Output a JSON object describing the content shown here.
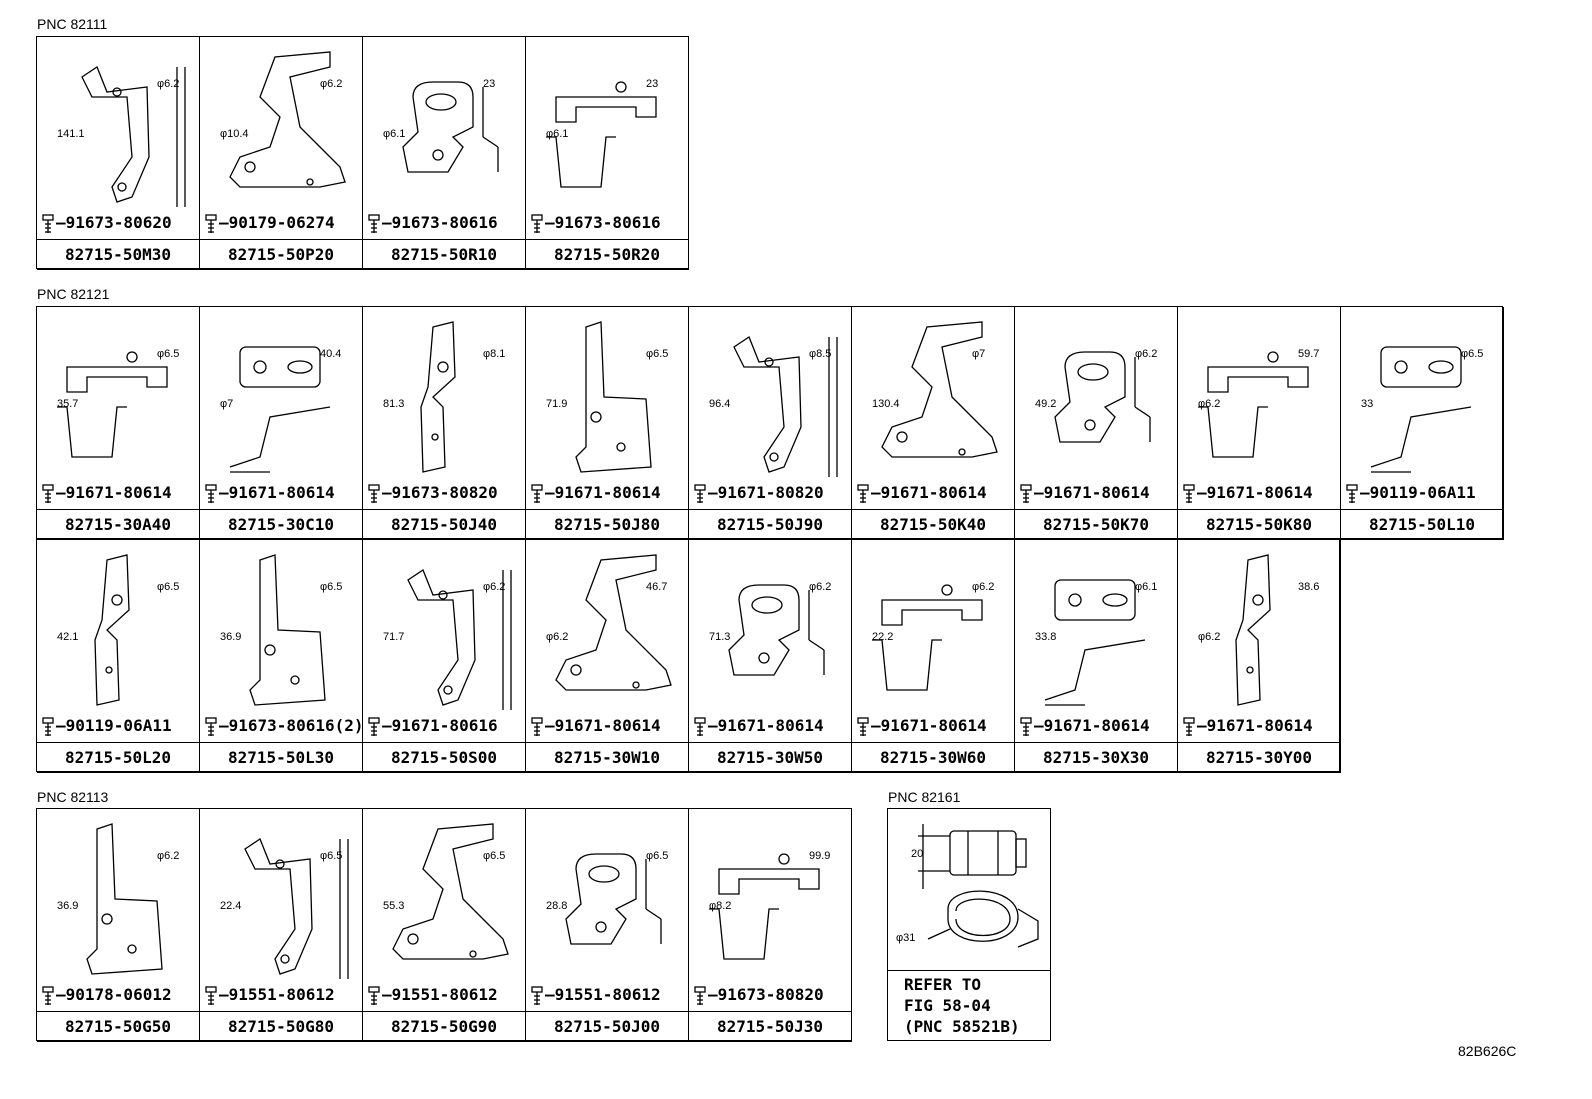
{
  "groups": [
    {
      "label": "PNC 82111",
      "cells": [
        {
          "bolt": "91673-80620",
          "part": "82715-50M30",
          "dims": [
            "φ6.2",
            "141.1"
          ]
        },
        {
          "bolt": "90179-06274",
          "part": "82715-50P20",
          "dims": [
            "φ6.2",
            "φ10.4"
          ]
        },
        {
          "bolt": "91673-80616",
          "part": "82715-50R10",
          "dims": [
            "23",
            "φ6.1"
          ]
        },
        {
          "bolt": "91673-80616",
          "part": "82715-50R20",
          "dims": [
            "23",
            "φ6.1"
          ]
        }
      ]
    },
    {
      "label": "PNC 82121",
      "cells": [
        {
          "bolt": "91671-80614",
          "part": "82715-30A40",
          "dims": [
            "φ6.5",
            "35.7"
          ]
        },
        {
          "bolt": "91671-80614",
          "part": "82715-30C10",
          "dims": [
            "40.4",
            "φ7"
          ]
        },
        {
          "bolt": "91673-80820",
          "part": "82715-50J40",
          "dims": [
            "φ8.1",
            "81.3"
          ]
        },
        {
          "bolt": "91671-80614",
          "part": "82715-50J80",
          "dims": [
            "φ6.5",
            "71.9"
          ]
        },
        {
          "bolt": "91671-80820",
          "part": "82715-50J90",
          "dims": [
            "φ8.5",
            "96.4"
          ]
        },
        {
          "bolt": "91671-80614",
          "part": "82715-50K40",
          "dims": [
            "φ7",
            "130.4"
          ]
        },
        {
          "bolt": "91671-80614",
          "part": "82715-50K70",
          "dims": [
            "φ6.2",
            "49.2"
          ]
        },
        {
          "bolt": "91671-80614",
          "part": "82715-50K80",
          "dims": [
            "59.7",
            "φ6.2"
          ]
        },
        {
          "bolt": "90119-06A11",
          "part": "82715-50L10",
          "dims": [
            "φ6.5",
            "33"
          ]
        },
        {
          "bolt": "90119-06A11",
          "part": "82715-50L20",
          "dims": [
            "φ6.5",
            "42.1"
          ]
        },
        {
          "bolt": "91673-80616(2)",
          "part": "82715-50L30",
          "dims": [
            "φ6.5",
            "36.9"
          ]
        },
        {
          "bolt": "91671-80616",
          "part": "82715-50S00",
          "dims": [
            "φ6.2",
            "71.7"
          ]
        },
        {
          "bolt": "91671-80614",
          "part": "82715-30W10",
          "dims": [
            "46.7",
            "φ6.2"
          ]
        },
        {
          "bolt": "91671-80614",
          "part": "82715-30W50",
          "dims": [
            "φ6.2",
            "71.3"
          ]
        },
        {
          "bolt": "91671-80614",
          "part": "82715-30W60",
          "dims": [
            "φ6.2",
            "22.2"
          ]
        },
        {
          "bolt": "91671-80614",
          "part": "82715-30X30",
          "dims": [
            "φ6.1",
            "33.8"
          ]
        },
        {
          "bolt": "91671-80614",
          "part": "82715-30Y00",
          "dims": [
            "38.6",
            "φ6.2"
          ]
        }
      ]
    },
    {
      "label": "PNC 82113",
      "cells": [
        {
          "bolt": "90178-06012",
          "part": "82715-50G50",
          "dims": [
            "φ6.2",
            "36.9"
          ]
        },
        {
          "bolt": "91551-80612",
          "part": "82715-50G80",
          "dims": [
            "φ6.5",
            "22.4"
          ]
        },
        {
          "bolt": "91551-80612",
          "part": "82715-50G90",
          "dims": [
            "φ6.5",
            "55.3"
          ]
        },
        {
          "bolt": "91551-80612",
          "part": "82715-50J00",
          "dims": [
            "φ6.5",
            "28.8"
          ]
        },
        {
          "bolt": "91673-80820",
          "part": "82715-50J30",
          "dims": [
            "99.9",
            "φ8.2"
          ]
        }
      ]
    }
  ],
  "clip_group": {
    "label": "PNC 82161",
    "dims": [
      "20",
      "φ31"
    ],
    "refer_lines": [
      "REFER TO",
      "FIG 58-04",
      "(PNC 58521B)"
    ]
  },
  "diagram_code": "82B626C"
}
